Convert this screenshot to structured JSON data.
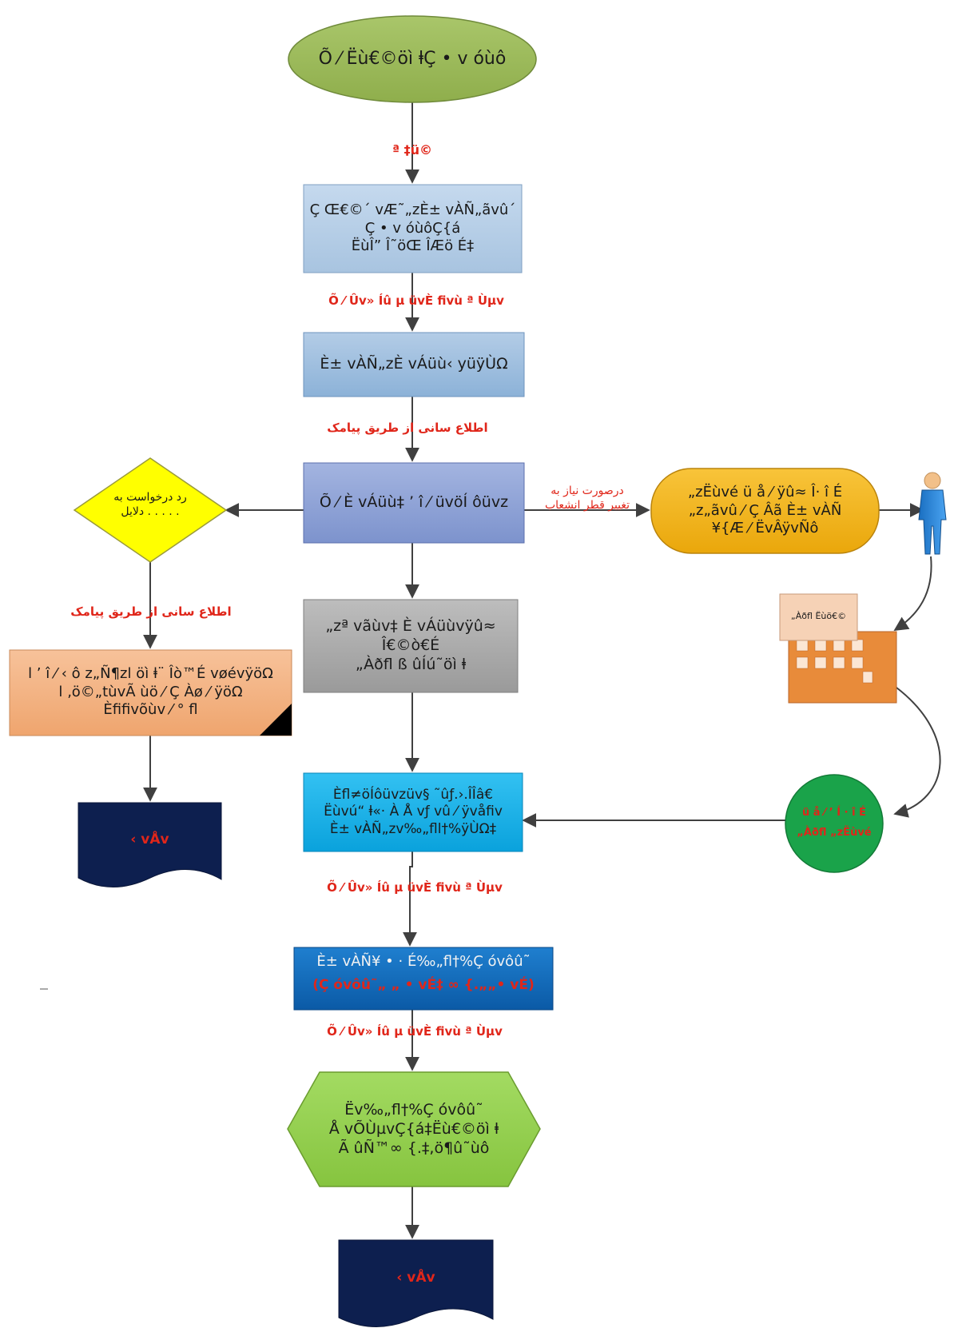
{
  "diagram": {
    "start": "Õ ⁄ Ëù€©öì ⱡÇ • v óùô",
    "step1": "Ç Œ€©´ vÆ˜„zÈ± vÀÑ„ãvû´\nÇ • v óùôÇ{á\nËùÎ” Î˜öŒ   ÎÆö É‡",
    "step2": "È± vÀÑ„zÈ vÁüù‹ yüÿÙΩ",
    "step3": "Õ ⁄ È vÁüù‡ ’ î ⁄ üvöÍ ôüvz",
    "step4": "„zª vãùv‡ È vÁüùvÿû≈  Î€©ò€É\n„Àðfl ß ûÍú˜öì ⱡ",
    "step5": "Èfl≠öÍôüvzüv§  ˜ûƒ.›.ÎÎâ€\nËùvú“ ⱡ«· À  Å vƒ vû ⁄ ÿvåfiv\nÈ± vÀÑ„zv‰„fll†%ÿÙΩ‡",
    "step6": "È± vÀÑ¥ • · É‰„fl†%Ç óvôû˜",
    "step6_red": "(Ç óvôû˜„ „ • vÉ‡ ∞   {.„„• vÉ)",
    "step7": "Ëv‰„fl†%Ç óvôû˜\nÅ vÕÙµvÇ{á‡Ëù€©öì ⱡ\nÃ ûÑ™∞ {.‡,ö¶û˜ùô",
    "side_orange": "„zËùvé  ü å ⁄ ÿû≈  Î· î É\n„z„ãvû ⁄ Ç Âã È± vÀÑ\n¥{Æ ⁄ ËvÂÿvÑô",
    "reject_diamond": "رد درخواست به\nدلایل . . . . .",
    "reject_box": "l ’ î ⁄ ‹ ô z„Ñ¶zl öì ⱡ¨   Îò™É vøévÿöΩ\nl ‚ö©„tùvÃ ùö ⁄ Ç Àø ⁄ ÿöΩ\nÈfifivõùv ⁄ ° fl",
    "end_doc": "‹ vÅv",
    "end_doc2": "‹ vÅv",
    "building_label": "„Àðfl Ëùö€©",
    "green_circle": "ü å ⁄ ’ Í · î É\n„Àðfl „zËùvé",
    "edge_label_top": "ª ‡ü©",
    "edge_label_repeat1": "Õ ⁄ Ûv»  Íû µ üvÈ fivù ª  Ùµv",
    "edge_label_sms1": "اطلاع سانی از طریق پیامک",
    "edge_label_branch_right": "درصورت نیاز به\nتغییر قطر انشعاب",
    "edge_label_sms2": "اطلاع سانی از طریق پیامک",
    "edge_label_repeat2": "Õ ⁄ Ûv»  Íû µ üvÈ fivù ª  Ùµv",
    "edge_label_repeat3": "Õ ⁄ Ûv»  Íû µ üvÈ fivù ª  Ùµv",
    "dash": "–"
  },
  "colors": {
    "ellipse": "#9bbb59",
    "blue_light": "#b4cde4",
    "blue_mid": "#9dbfdc",
    "purple": "#8ea3d6",
    "gray": "#a6a6a6",
    "cyan": "#1ab0e8",
    "blue_dark": "#0f6bbd",
    "green_hex": "#92d050",
    "orange": "#f3b419",
    "yellow": "#ffff00",
    "peach": "#f4b183",
    "navy": "#0d1f4f",
    "green_circle": "#1aa34a",
    "red_text": "#e0261a"
  }
}
